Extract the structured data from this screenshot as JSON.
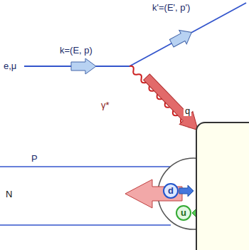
{
  "diagram": {
    "nodes": [
      {
        "text": [
          "d"
        ]
      },
      {
        "text": [
          "u"
        ]
      }
    ],
    "labels": [
      "k'=(E', p')",
      "k=(E, p)",
      "e,μ",
      "γ*",
      "q",
      "P",
      "N"
    ]
  }
}
